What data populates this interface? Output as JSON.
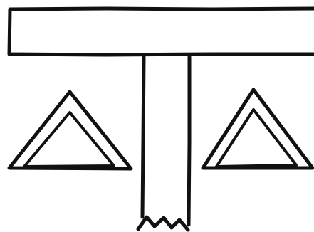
{
  "drawing": {
    "ink_color": "#111111",
    "background_color": "#ffffff",
    "shapes": [
      "crossbar",
      "post",
      "left-double-triangle",
      "right-double-triangle",
      "broken-end-zigzag"
    ]
  }
}
